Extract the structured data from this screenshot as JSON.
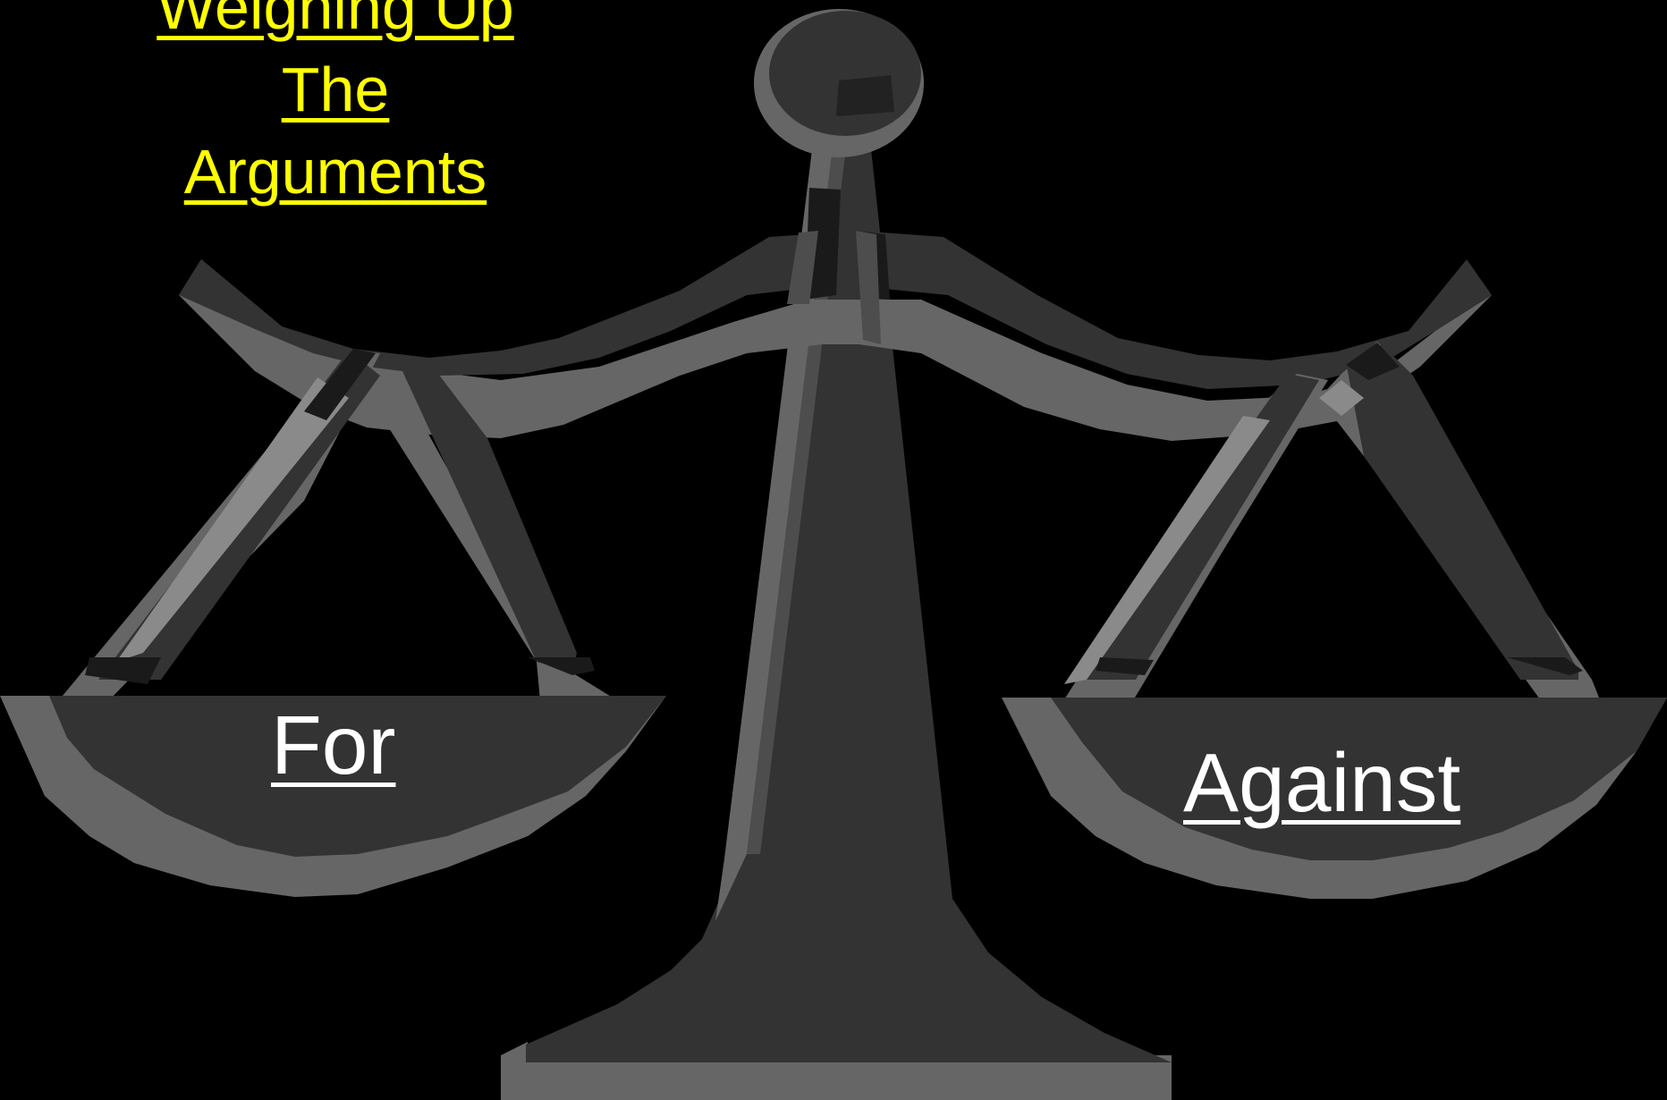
{
  "slide": {
    "title_lines": [
      "Weighing Up",
      "The",
      "Arguments"
    ],
    "left_pan_label": "For",
    "right_pan_label": "Against"
  },
  "colors": {
    "background": "#000000",
    "title": "#ffff00",
    "labels": "#ffffff",
    "scale_dark": "#333333",
    "scale_light": "#666666",
    "scale_highlight": "#8a8a8a",
    "scale_shadow": "#1a1a1a"
  },
  "illustration": {
    "icon": "balance-scale-icon"
  }
}
